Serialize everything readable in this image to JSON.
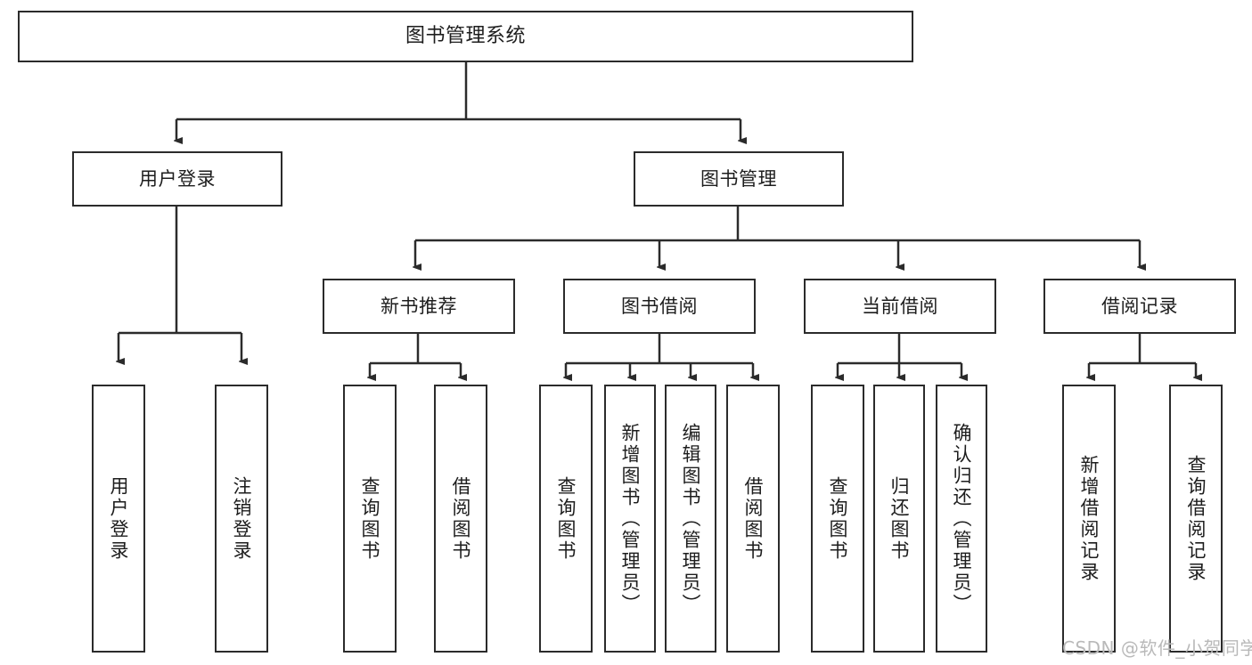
{
  "diagram": {
    "title": "图书管理系统",
    "watermark": "CSDN @软件_小贺同学",
    "stroke_color": "#2b2b2b",
    "fill_color": "#ffffff",
    "watermark_color": "#b9b9b9",
    "root": {
      "label": "图书管理系统"
    },
    "level2": [
      {
        "label": "用户登录"
      },
      {
        "label": "图书管理"
      }
    ],
    "level3": [
      {
        "label": "新书推荐"
      },
      {
        "label": "图书借阅"
      },
      {
        "label": "当前借阅"
      },
      {
        "label": "借阅记录"
      }
    ],
    "leaves": {
      "user_login": [
        {
          "label": "用户登录"
        },
        {
          "label": "注销登录"
        }
      ],
      "new_book": [
        {
          "label": "查询图书"
        },
        {
          "label": "借阅图书"
        }
      ],
      "book_borrow": [
        {
          "label": "查询图书"
        },
        {
          "label": "新增图书（管理员）"
        },
        {
          "label": "编辑图书（管理员）"
        },
        {
          "label": "借阅图书"
        }
      ],
      "current_borrow": [
        {
          "label": "查询图书"
        },
        {
          "label": "归还图书"
        },
        {
          "label": "确认归还（管理员）"
        }
      ],
      "borrow_record": [
        {
          "label": "新增借阅记录"
        },
        {
          "label": "查询借阅记录"
        }
      ]
    }
  }
}
